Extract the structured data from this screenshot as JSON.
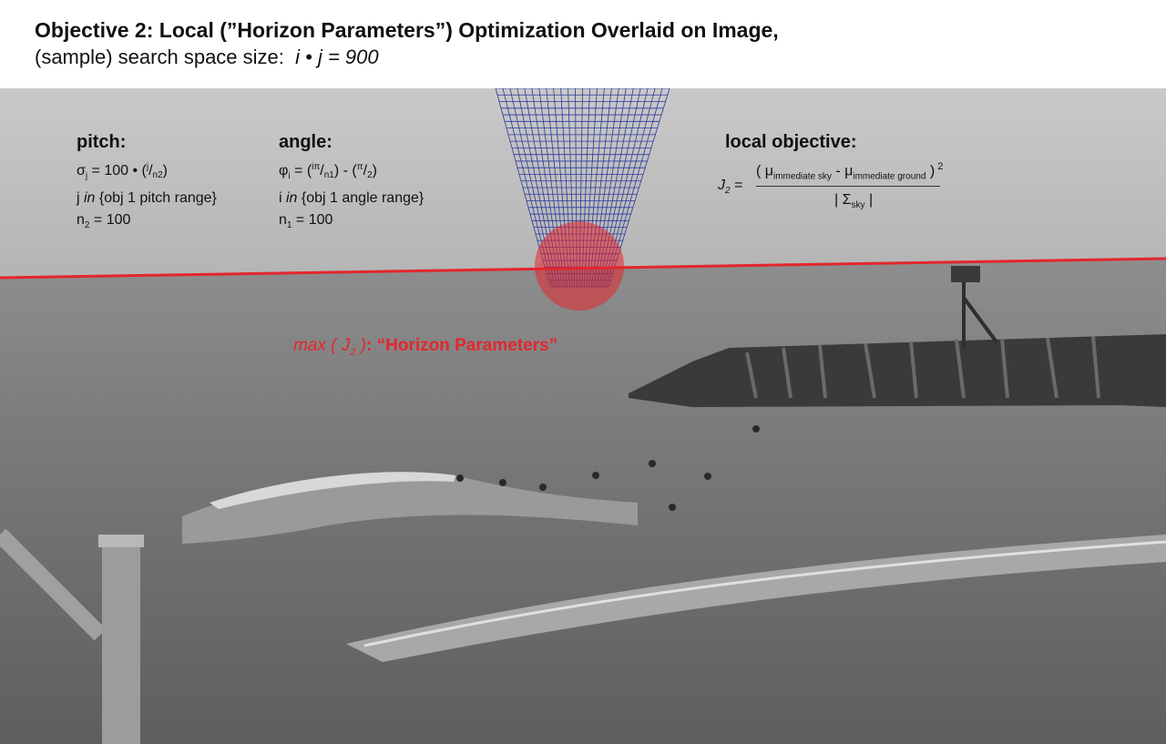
{
  "header": {
    "title": "Objective 2: Local (”Horizon Parameters”) Optimization Overlaid on Image,",
    "subtitle_prefix": "(sample) search space size:",
    "subtitle_eq": "i • j = 900"
  },
  "pitch": {
    "heading": "pitch:",
    "sym": "σ",
    "sub_j": "j",
    "eq_mid": " = 100 • (",
    "frac_num": "j",
    "frac_den": "n2",
    "eq_end": ")",
    "range_var": "j ",
    "range_in": "in",
    "range_set": " {obj 1 pitch range}",
    "n_sym": "n",
    "n_sub": "2",
    "n_val": " = 100"
  },
  "angle": {
    "heading": "angle:",
    "sym": "φ",
    "sub_i": "i",
    "eq_open": " = (",
    "frac1_num": "iπ",
    "frac1_den": "n1",
    "eq_mid": ") - (",
    "frac2_num": "π",
    "frac2_den": "2",
    "eq_end": ")",
    "range_var": "i ",
    "range_in": "in",
    "range_set": " {obj 1 angle range}",
    "n_sym": "n",
    "n_sub": "1",
    "n_val": " = 100"
  },
  "objective": {
    "heading": "local objective:",
    "lhs_sym": "J",
    "lhs_sub": "2",
    "lhs_eq": " =",
    "num_open": "( μ",
    "num_sub1": "immediate sky",
    "num_minus": " - μ",
    "num_sub2": "immediate ground",
    "num_close": " )",
    "num_sup": " 2",
    "den_open": "| Σ",
    "den_sub": "sky",
    "den_close": " |"
  },
  "result": {
    "fn": "max ( J",
    "fn_sub": "2",
    "fn_close": " )",
    "colon": ": ",
    "name": "“Horizon Parameters”"
  },
  "colors": {
    "accent_red": "#e3262e",
    "grid_blue": "#2b3a9c",
    "sky": "#bdbdbd",
    "sea": "#7a7a7a"
  }
}
